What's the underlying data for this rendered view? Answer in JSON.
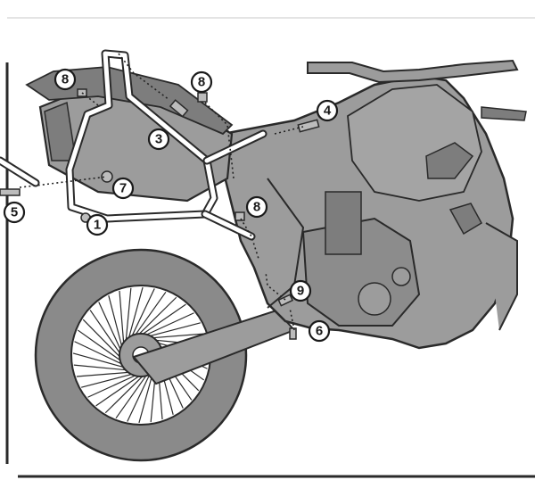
{
  "diagram": {
    "colors": {
      "bike_fill": "#9c9c9c",
      "bike_dark": "#7d7d7d",
      "outline": "#2a2a2a",
      "rack_fill": "#ffffff",
      "tire_fill": "#8a8a8a"
    },
    "callouts": [
      {
        "id": "c1",
        "label": "1"
      },
      {
        "id": "c3",
        "label": "3"
      },
      {
        "id": "c4",
        "label": "4"
      },
      {
        "id": "c5",
        "label": "5"
      },
      {
        "id": "c6",
        "label": "6"
      },
      {
        "id": "c7",
        "label": "7"
      },
      {
        "id": "c8a",
        "label": "8"
      },
      {
        "id": "c8b",
        "label": "8"
      },
      {
        "id": "c8c",
        "label": "8"
      },
      {
        "id": "c9",
        "label": "9"
      }
    ]
  }
}
